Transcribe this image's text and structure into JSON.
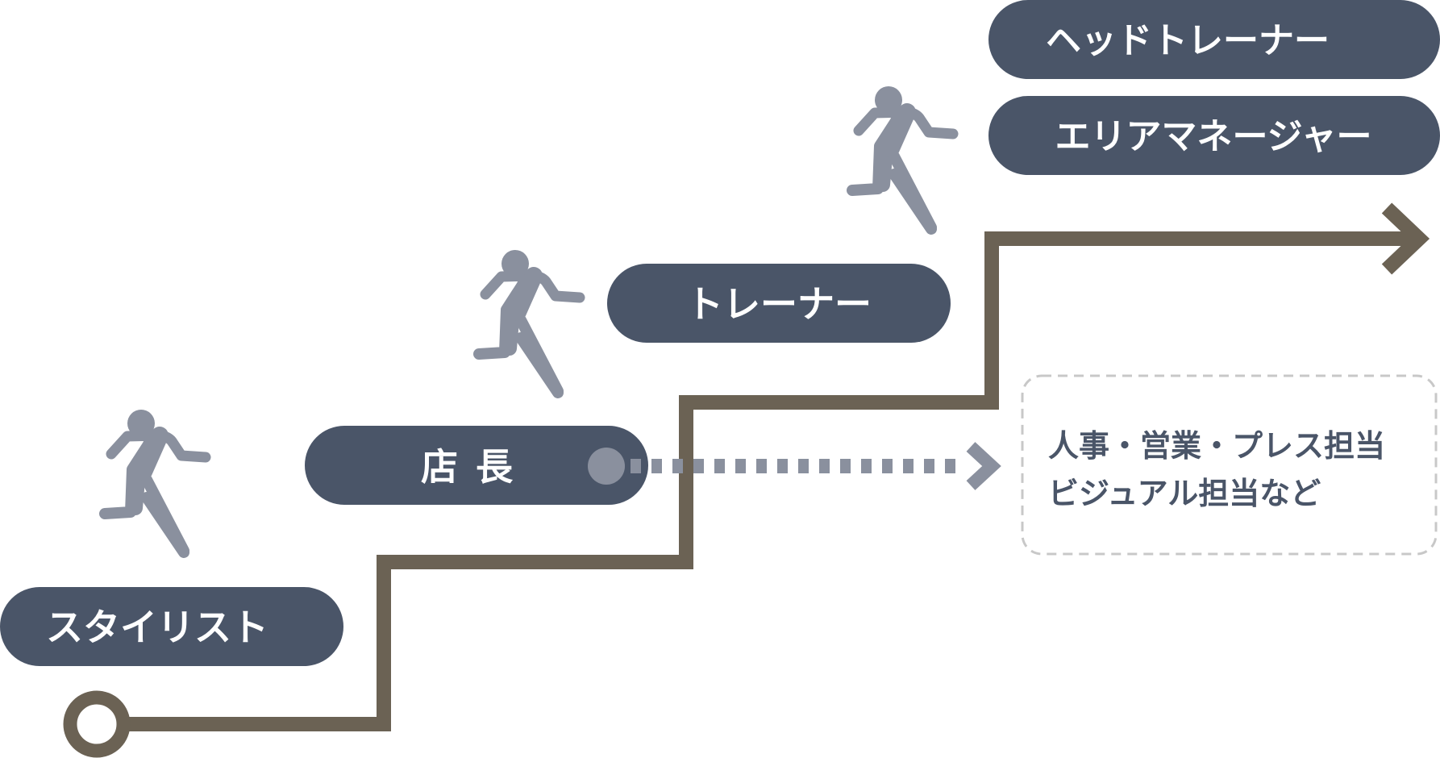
{
  "roles": {
    "stylist": "スタイリスト",
    "store_manager": "店長",
    "trainer": "トレーナー",
    "head_trainer": "ヘッドトレーナー",
    "area_manager": "エリアマネージャー"
  },
  "other_roles": {
    "line1": "人事・営業・プレス担当",
    "line2": "ビジュアル担当など"
  },
  "colors": {
    "pill": "#4a5568",
    "path": "#6b6254",
    "runner": "#8a909e",
    "dotted": "#8a909e",
    "dashed_box": "#c8c8c8",
    "text_white": "#ffffff"
  },
  "icons": {
    "runner": "running-person-icon",
    "start": "start-circle-icon",
    "arrow": "arrow-right-icon"
  }
}
